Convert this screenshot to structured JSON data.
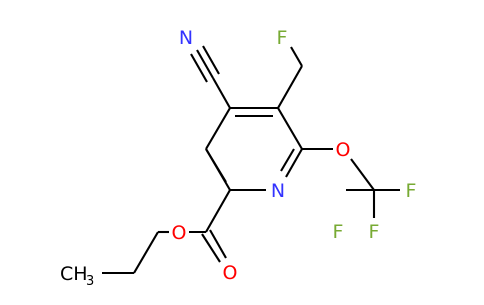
{
  "molecule": {
    "atoms": {
      "nitrile_N": "N",
      "fluoromethyl_F": "F",
      "ether_O": "O",
      "ring_N": "N",
      "cf3_F_right": "F",
      "cf3_F_left": "F",
      "cf3_F_bottom": "F",
      "ester_O_single": "O",
      "ester_O_carbonyl": "O",
      "methyl_CH": "CH",
      "methyl_subscript": "3"
    },
    "colors": {
      "bond": "#000000",
      "nitrogen": "#3333ff",
      "oxygen": "#ff0000",
      "fluorine": "#77aa33",
      "carbon_label": "#000000"
    }
  }
}
